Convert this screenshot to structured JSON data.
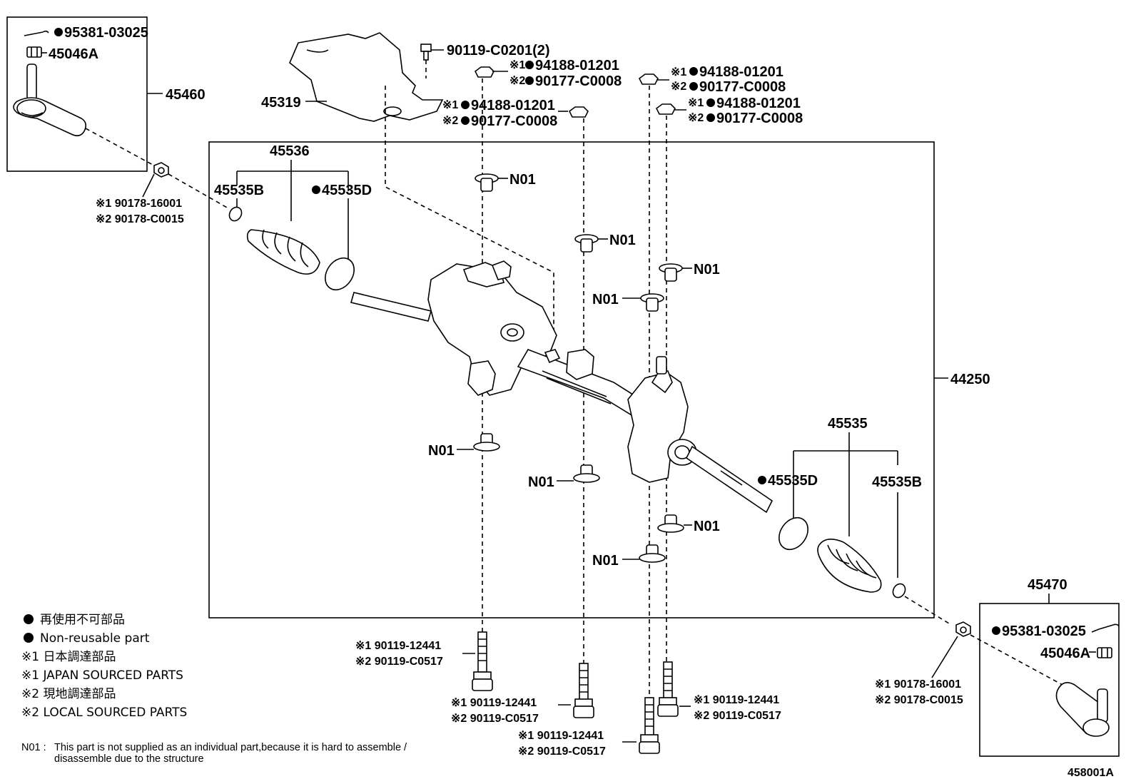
{
  "labels": {
    "tie_rod_left": "45460",
    "tie_rod_right": "45470",
    "gear_assy": "44250",
    "boot_left": "45536",
    "boot_right": "45535",
    "clip_left": "45535B",
    "clip_right": "45535B",
    "clamp_left": "45535D",
    "clamp_right": "45535D",
    "cover": "45319",
    "cover_bolt": "90119-C0201(2)",
    "cotter_pin": "95381-03025",
    "nut": "45046A",
    "drawing_no": "458001A"
  },
  "callouts": {
    "a1": "※1",
    "a2": "※2",
    "nut_lock_1": "94188-01201",
    "nut_lock_2": "90177-C0008",
    "tie_nut_1": "90178-16001",
    "tie_nut_2": "90178-C0015",
    "bolt_1": "90119-12441",
    "bolt_2": "90119-C0517",
    "n01": "N01"
  },
  "legend": {
    "jp_nonreuse": "再使用不可部品",
    "en_nonreuse": "Non-reusable part",
    "jp_japan": "※1 日本調達部品",
    "en_japan": "※1 JAPAN SOURCED PARTS",
    "jp_local": "※2 現地調達部品",
    "en_local": "※2 LOCAL SOURCED PARTS",
    "n01_key": "N01 :",
    "n01_line1": "This part is not supplied as an individual part,because it is hard to assemble /",
    "n01_line2": "disassemble due to the structure"
  }
}
